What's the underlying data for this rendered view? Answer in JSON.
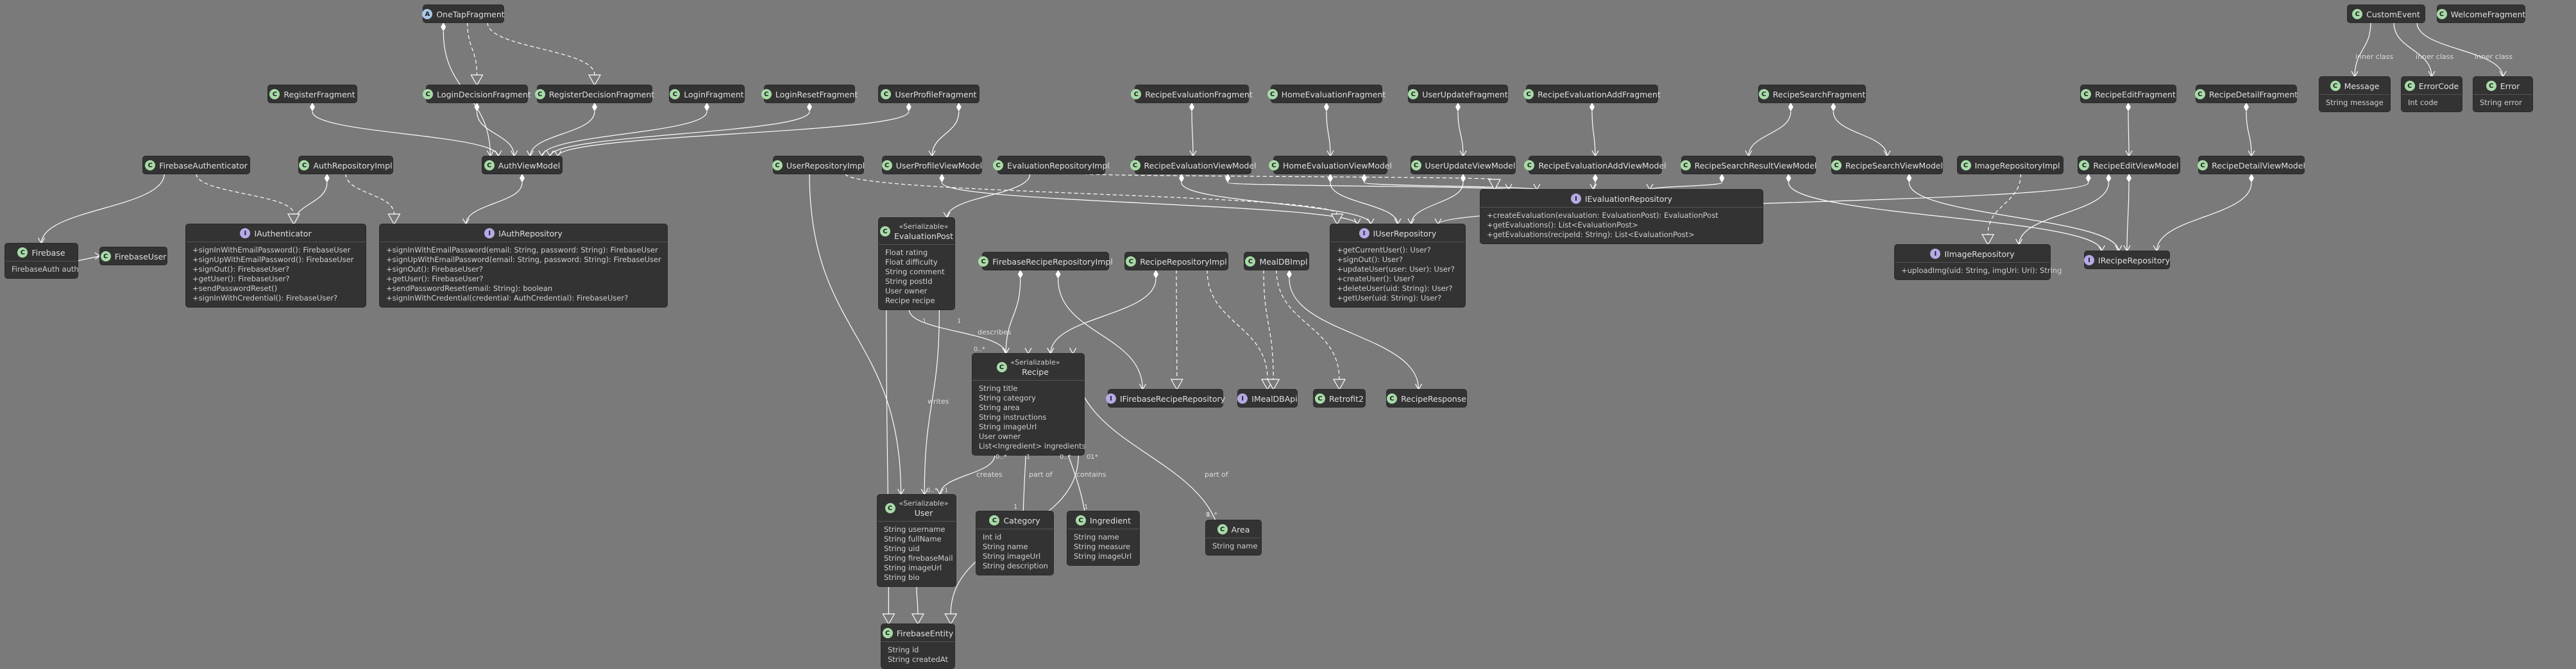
{
  "diagram": {
    "nodes": [
      {
        "id": "oneTap",
        "kind": "A",
        "name": "OneTapFragment"
      },
      {
        "id": "register",
        "kind": "C",
        "name": "RegisterFragment"
      },
      {
        "id": "loginDecision",
        "kind": "C",
        "name": "LoginDecisionFragment"
      },
      {
        "id": "registerDecision",
        "kind": "C",
        "name": "RegisterDecisionFragment"
      },
      {
        "id": "login",
        "kind": "C",
        "name": "LoginFragment"
      },
      {
        "id": "loginReset",
        "kind": "C",
        "name": "LoginResetFragment"
      },
      {
        "id": "userProfile",
        "kind": "C",
        "name": "UserProfileFragment"
      },
      {
        "id": "firebaseAuth",
        "kind": "C",
        "name": "FirebaseAuthenticator"
      },
      {
        "id": "authRepoImpl",
        "kind": "C",
        "name": "AuthRepositoryImpl"
      },
      {
        "id": "authVM",
        "kind": "C",
        "name": "AuthViewModel"
      },
      {
        "id": "firebase",
        "kind": "C",
        "name": "Firebase",
        "members": [
          "FirebaseAuth auth"
        ]
      },
      {
        "id": "firebaseUser",
        "kind": "C",
        "name": "FirebaseUser"
      },
      {
        "id": "iAuthenticator",
        "kind": "I",
        "name": "IAuthenticator",
        "members": [
          "+signInWithEmailPassword(): FirebaseUser",
          "+signUpWithEmailPassword(): FirebaseUser",
          "+signOut(): FirebaseUser?",
          "+getUser(): FirebaseUser?",
          "+sendPasswordReset()",
          "+signInWithCredential(): FirebaseUser?"
        ]
      },
      {
        "id": "iAuthRepo",
        "kind": "I",
        "name": "IAuthRepository",
        "members": [
          "+signInWithEmailPassword(email: String, password: String): FirebaseUser",
          "+signUpWithEmailPassword(email: String, password: String): FirebaseUser",
          "+signOut(): FirebaseUser?",
          "+getUser(): FirebaseUser?",
          "+sendPasswordReset(email: String): boolean",
          "+signInWithCredential(credential: AuthCredential): FirebaseUser?"
        ]
      },
      {
        "id": "userRepoImpl",
        "kind": "C",
        "name": "UserRepositoryImpl"
      },
      {
        "id": "userProfileVM",
        "kind": "C",
        "name": "UserProfileViewModel"
      },
      {
        "id": "evalRepoImpl",
        "kind": "C",
        "name": "EvaluationRepositoryImpl"
      },
      {
        "id": "evalPost",
        "kind": "C",
        "stereo": "«Serializable»",
        "name": "EvaluationPost",
        "members": [
          "Float rating",
          "Float difficulty",
          "String comment",
          "String postId",
          "User owner",
          "Recipe recipe"
        ]
      },
      {
        "id": "recipeEvalFrag",
        "kind": "C",
        "name": "RecipeEvaluationFragment"
      },
      {
        "id": "homeEvalFrag",
        "kind": "C",
        "name": "HomeEvaluationFragment"
      },
      {
        "id": "userUpdateFrag",
        "kind": "C",
        "name": "UserUpdateFragment"
      },
      {
        "id": "recipeEvalAddFrag",
        "kind": "C",
        "name": "RecipeEvaluationAddFragment"
      },
      {
        "id": "recipeSearchFrag",
        "kind": "C",
        "name": "RecipeSearchFragment"
      },
      {
        "id": "recipeEvalVM",
        "kind": "C",
        "name": "RecipeEvaluationViewModel"
      },
      {
        "id": "homeEvalVM",
        "kind": "C",
        "name": "HomeEvaluationViewModel"
      },
      {
        "id": "userUpdateVM",
        "kind": "C",
        "name": "UserUpdateViewModel"
      },
      {
        "id": "recipeEvalAddVM",
        "kind": "C",
        "name": "RecipeEvaluationAddViewModel"
      },
      {
        "id": "recipeSearchResultVM",
        "kind": "C",
        "name": "RecipeSearchResultViewModel"
      },
      {
        "id": "recipeSearchVM",
        "kind": "C",
        "name": "RecipeSearchViewModel"
      },
      {
        "id": "imageRepoImpl",
        "kind": "C",
        "name": "ImageRepositoryImpl"
      },
      {
        "id": "iUserRepo",
        "kind": "I",
        "name": "IUserRepository",
        "members": [
          "+getCurrentUser(): User?",
          "+signOut(): User?",
          "+updateUser(user: User): User?",
          "+createUser(): User?",
          "+deleteUser(uid: String): User?",
          "+getUser(uid: String): User?"
        ]
      },
      {
        "id": "iEvalRepo",
        "kind": "I",
        "name": "IEvaluationRepository",
        "members": [
          "+createEvaluation(evaluation: EvaluationPost): EvaluationPost",
          "+getEvaluations(): List<EvaluationPost>",
          "+getEvaluations(recipeId: String): List<EvaluationPost>"
        ]
      },
      {
        "id": "iImageRepo",
        "kind": "I",
        "name": "IImageRepository",
        "members": [
          "+uploadImg(uid: String, imgUri: Uri): String"
        ]
      },
      {
        "id": "iRecipeRepo",
        "kind": "I",
        "name": "IRecipeRepository"
      },
      {
        "id": "firebaseRecipeRepoImpl",
        "kind": "C",
        "name": "FirebaseRecipeRepositoryImpl"
      },
      {
        "id": "recipeRepoImpl",
        "kind": "C",
        "name": "RecipeRepositoryImpl"
      },
      {
        "id": "mealDBImpl",
        "kind": "C",
        "name": "MealDBImpl"
      },
      {
        "id": "recipe",
        "kind": "C",
        "stereo": "«Serializable»",
        "name": "Recipe",
        "members": [
          "String title",
          "String category",
          "String area",
          "String instructions",
          "String imageUrl",
          "User owner",
          "List<Ingredient> ingredients"
        ]
      },
      {
        "id": "iFirebaseRecipeRepo",
        "kind": "I",
        "name": "IFirebaseRecipeRepository"
      },
      {
        "id": "iMealDBApi",
        "kind": "I",
        "name": "IMealDBApi"
      },
      {
        "id": "retrofit2",
        "kind": "C",
        "name": "Retrofit2"
      },
      {
        "id": "recipeResponse",
        "kind": "C",
        "name": "RecipeResponse"
      },
      {
        "id": "user",
        "kind": "C",
        "stereo": "«Serializable»",
        "name": "User",
        "members": [
          "String username",
          "String fullName",
          "String uid",
          "String firebaseMail",
          "String imageUrl",
          "String bio"
        ]
      },
      {
        "id": "category",
        "kind": "C",
        "name": "Category",
        "members": [
          "Int id",
          "String name",
          "String imageUrl",
          "String description"
        ]
      },
      {
        "id": "ingredient",
        "kind": "C",
        "name": "Ingredient",
        "members": [
          "String name",
          "String measure",
          "String imageUrl"
        ]
      },
      {
        "id": "area",
        "kind": "C",
        "name": "Area",
        "members": [
          "String name"
        ]
      },
      {
        "id": "firebaseEntity",
        "kind": "C",
        "name": "FirebaseEntity",
        "members": [
          "String id",
          "String createdAt"
        ]
      },
      {
        "id": "customEvent",
        "kind": "C",
        "name": "CustomEvent"
      },
      {
        "id": "welcomeFrag",
        "kind": "C",
        "name": "WelcomeFragment"
      },
      {
        "id": "message",
        "kind": "C",
        "name": "Message",
        "members": [
          "String message"
        ]
      },
      {
        "id": "errorCode",
        "kind": "C",
        "name": "ErrorCode",
        "members": [
          "Int code"
        ]
      },
      {
        "id": "error",
        "kind": "C",
        "name": "Error",
        "members": [
          "String error"
        ]
      },
      {
        "id": "recipeEditFrag",
        "kind": "C",
        "name": "RecipeEditFragment"
      },
      {
        "id": "recipeDetailFrag",
        "kind": "C",
        "name": "RecipeDetailFragment"
      },
      {
        "id": "recipeEditVM",
        "kind": "C",
        "name": "RecipeEditViewModel"
      },
      {
        "id": "recipeDetailVM",
        "kind": "C",
        "name": "RecipeDetailViewModel"
      }
    ],
    "edge_labels": {
      "describes": "describes",
      "writes": "writes",
      "creates": "creates",
      "partof1": "part of",
      "contains": "contains",
      "partof2": "part of",
      "inner1": "inner class",
      "inner2": "inner class",
      "inner3": "inner class"
    },
    "multiplicities": {
      "m1": "1",
      "m2": "0..*",
      "m3": "1",
      "m4": "0..*",
      "m5": "1",
      "m6": "0..*",
      "m7": "1",
      "m8": "1",
      "m9": "0..*",
      "m10": "1",
      "m11": "0..*",
      "m12": "1",
      "m13": "0..*",
      "m14": "1"
    },
    "colors": {
      "background": "#7a7a7a",
      "node": "#333333",
      "edge": "#ffffff",
      "class_badge": "#a8dba8",
      "interface_badge": "#b7a9e6",
      "abstract_badge": "#a9c8e6"
    }
  }
}
